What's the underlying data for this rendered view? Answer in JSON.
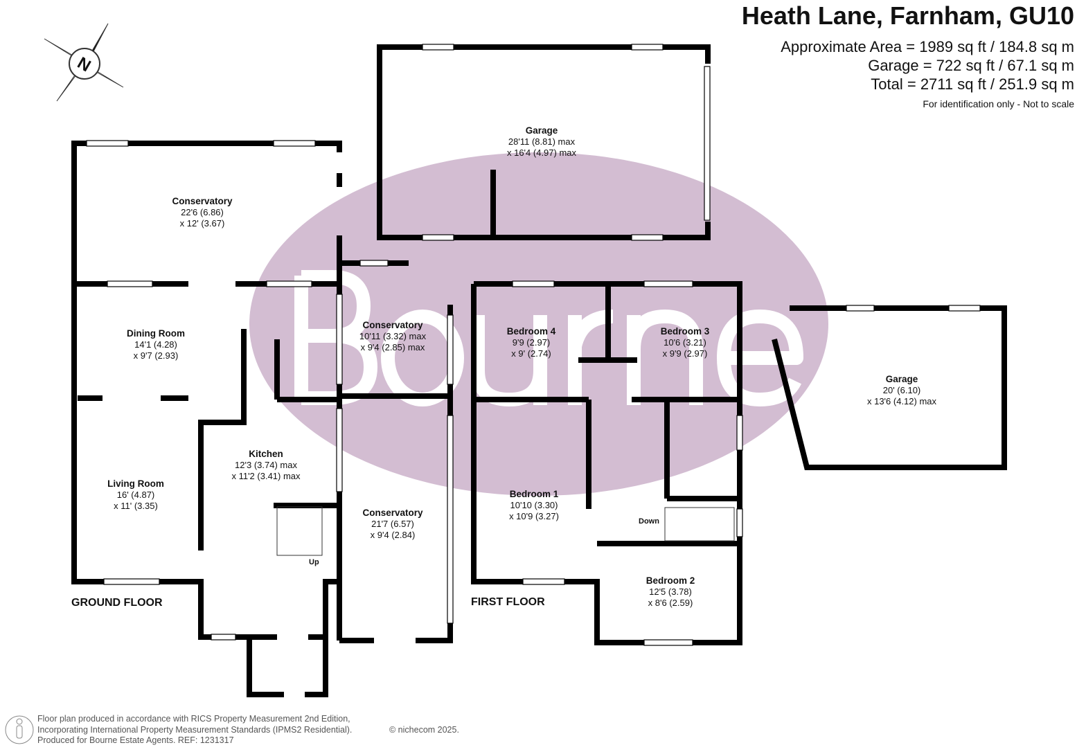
{
  "header": {
    "title": "Heath Lane, Farnham, GU10",
    "approx_area": "Approximate Area = 1989 sq ft / 184.8 sq m",
    "garage_area": "Garage = 722 sq ft / 67.1 sq m",
    "total_area": "Total = 2711 sq ft / 251.9 sq m",
    "note": "For identification only - Not to scale"
  },
  "compass": {
    "label": "N"
  },
  "watermark": {
    "text": "Bourne",
    "color": "#d3bdd2"
  },
  "rooms": [
    {
      "name": "Garage",
      "dims": [
        "28'11 (8.81) max",
        "x 16'4 (4.97) max"
      ]
    },
    {
      "name": "Conservatory",
      "dims": [
        "22'6 (6.86)",
        "x 12' (3.67)"
      ]
    },
    {
      "name": "Dining Room",
      "dims": [
        "14'1 (4.28)",
        "x 9'7 (2.93)"
      ]
    },
    {
      "name": "Conservatory",
      "dims": [
        "10'11 (3.32) max",
        "x 9'4 (2.85) max"
      ]
    },
    {
      "name": "Kitchen",
      "dims": [
        "12'3 (3.74) max",
        "x 11'2 (3.41) max"
      ]
    },
    {
      "name": "Living Room",
      "dims": [
        "16' (4.87)",
        "x 11' (3.35)"
      ]
    },
    {
      "name": "Conservatory",
      "dims": [
        "21'7 (6.57)",
        "x 9'4 (2.84)"
      ]
    },
    {
      "name": "Bedroom 4",
      "dims": [
        "9'9 (2.97)",
        "x 9' (2.74)"
      ]
    },
    {
      "name": "Bedroom 3",
      "dims": [
        "10'6 (3.21)",
        "x 9'9 (2.97)"
      ]
    },
    {
      "name": "Garage",
      "dims": [
        "20' (6.10)",
        "x 13'6 (4.12) max"
      ]
    },
    {
      "name": "Bedroom 1",
      "dims": [
        "10'10 (3.30)",
        "x 10'9 (3.27)"
      ]
    },
    {
      "name": "Bedroom 2",
      "dims": [
        "12'5 (3.78)",
        "x 8'6 (2.59)"
      ]
    }
  ],
  "stairs": {
    "up": "Up",
    "down": "Down"
  },
  "floors": {
    "ground": "GROUND FLOOR",
    "first": "FIRST FLOOR"
  },
  "footer": {
    "line1": "Floor plan produced in accordance with RICS Property Measurement 2nd Edition,",
    "line2": "Incorporating International Property Measurement Standards (IPMS2 Residential).",
    "line3": "Produced for Bourne Estate Agents.   REF:  1231317",
    "copyright": "© nichecom 2025."
  }
}
